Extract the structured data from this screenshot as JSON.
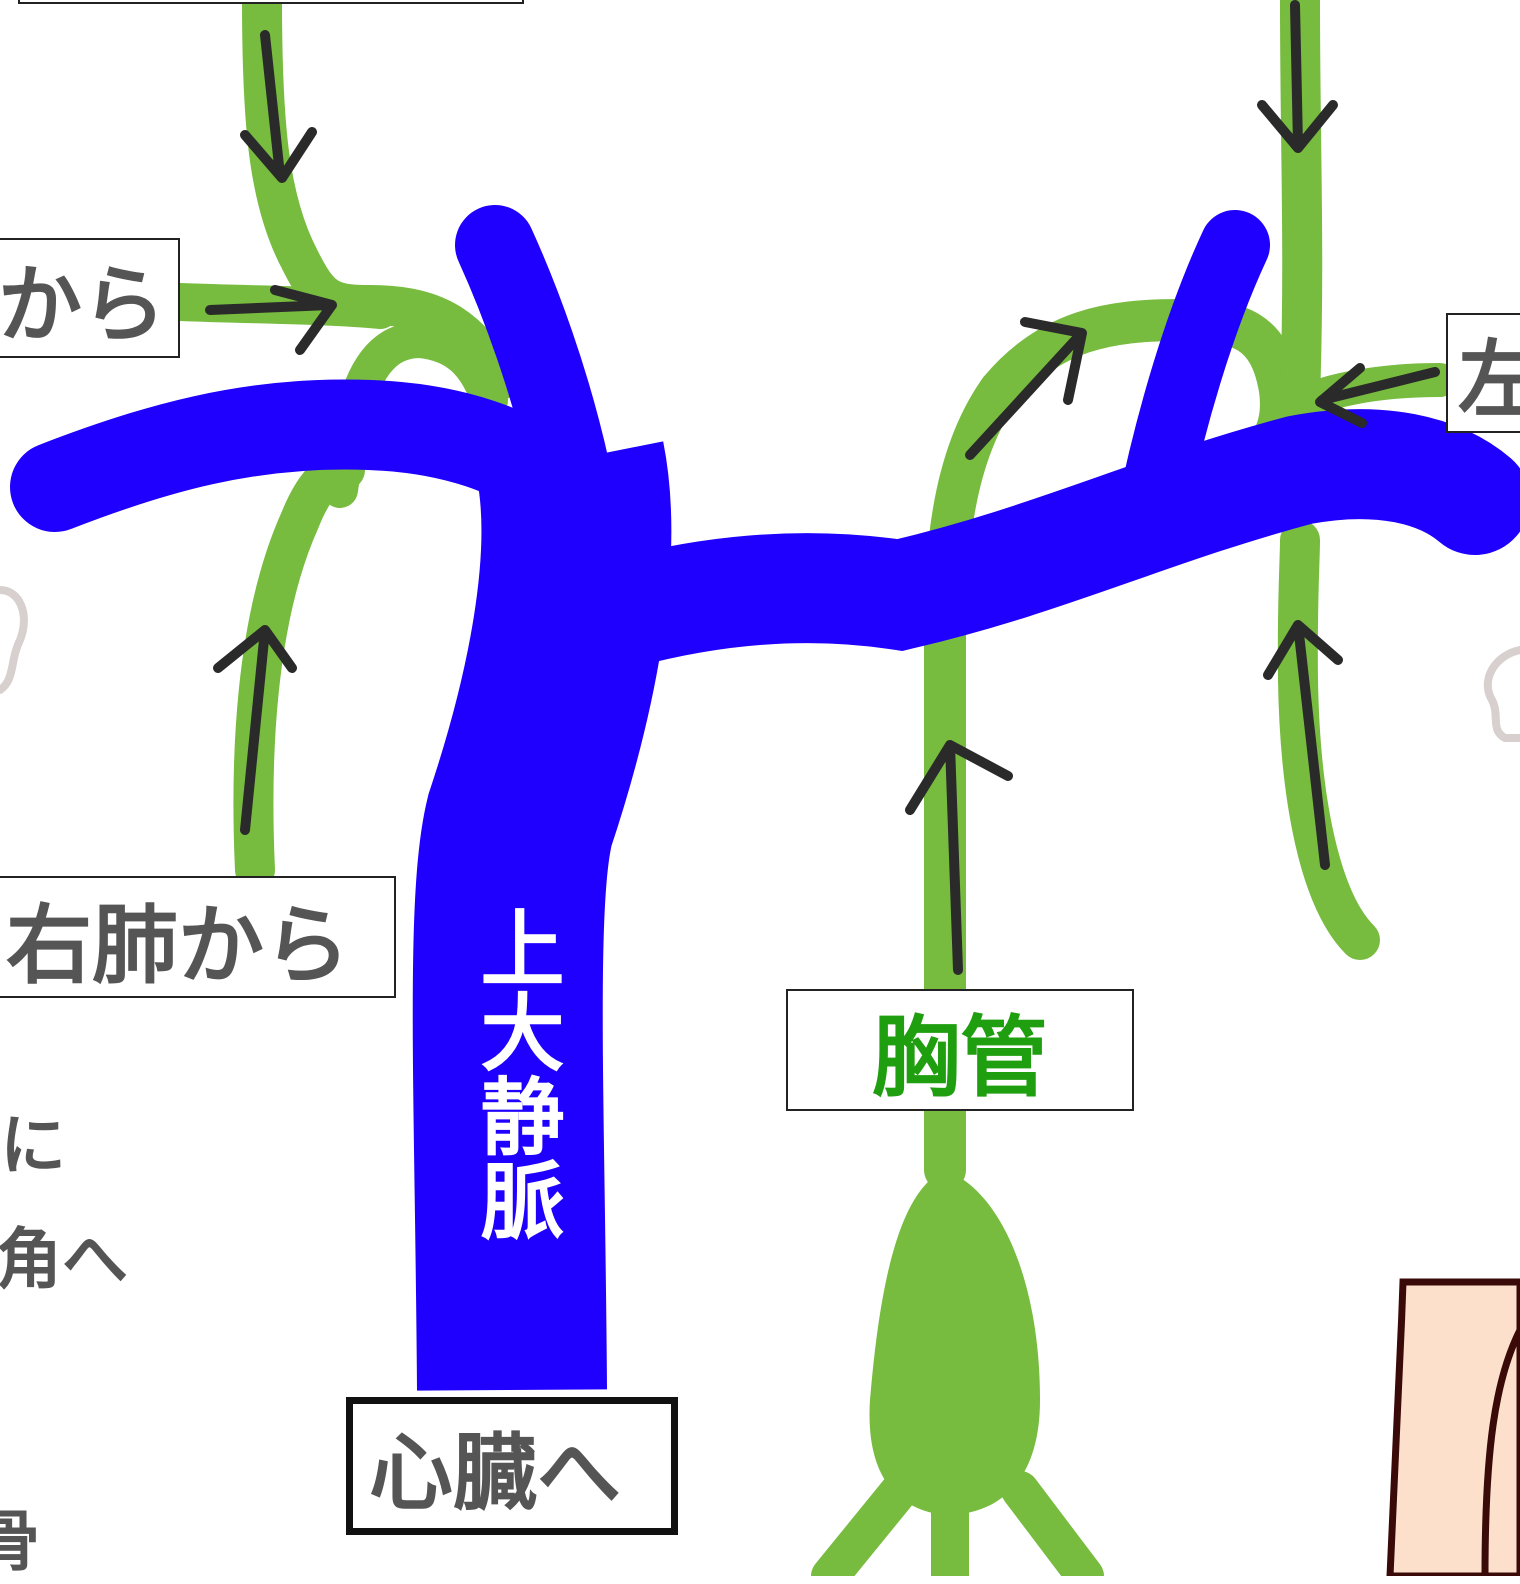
{
  "colors": {
    "vein": "#1f00ff",
    "lymph": "#77bb3f",
    "arrow": "#2a2a2a",
    "label_text": "#555555",
    "thoracic_text": "#1f9e0f",
    "skin": "#fde0cc",
    "skin_outline": "#3a0a08"
  },
  "labels": {
    "top_left_from": "から",
    "right_lung_from": "右肺から",
    "to_heart": "心臓へ",
    "thoracic_duct": "胸管",
    "svc": "上大静脈",
    "left_cut": "左",
    "side_text_1": "に",
    "side_text_2": "角へ",
    "side_text_3": "骨"
  }
}
